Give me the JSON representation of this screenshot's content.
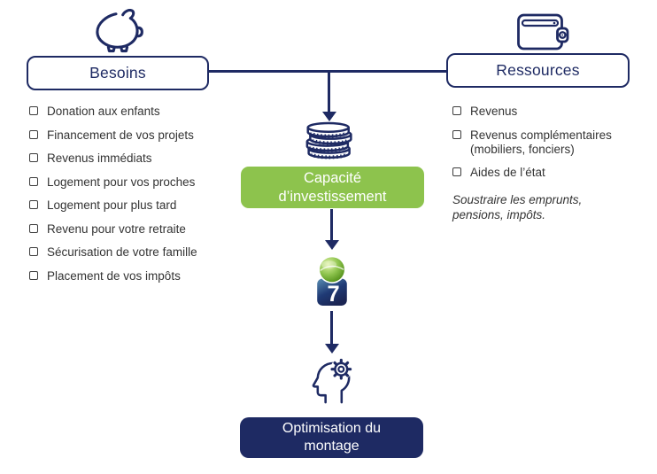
{
  "colors": {
    "navy": "#1E2A63",
    "green": "#8DC34D",
    "text_dark": "#333333",
    "white": "#FFFFFF"
  },
  "besoins": {
    "icon": "piggy-bank-icon",
    "title": "Besoins",
    "items": [
      "Donation aux enfants",
      "Financement de vos projets",
      "Revenus immédiats",
      "Logement pour vos proches",
      "Logement pour plus tard",
      "Revenu pour votre retraite",
      "Sécurisation de votre famille",
      "Placement de vos impôts"
    ]
  },
  "ressources": {
    "icon": "wallet-icon",
    "title": "Ressources",
    "items": [
      "Revenus",
      "Revenus complémentaires (mobiliers, fonciers)",
      "Aides de l’état"
    ],
    "note": "Soustraire les emprunts, pensions, impôts."
  },
  "flow": {
    "capacity_icon": "coins-stack-icon",
    "capacity_line1": "Capacité",
    "capacity_line2": "d’investissement",
    "brand_icon": "brand-logo-icon",
    "brand_glyph": "7",
    "optimisation_icon": "head-gear-icon",
    "optimisation_line1": "Optimisation du",
    "optimisation_line2": "montage"
  }
}
